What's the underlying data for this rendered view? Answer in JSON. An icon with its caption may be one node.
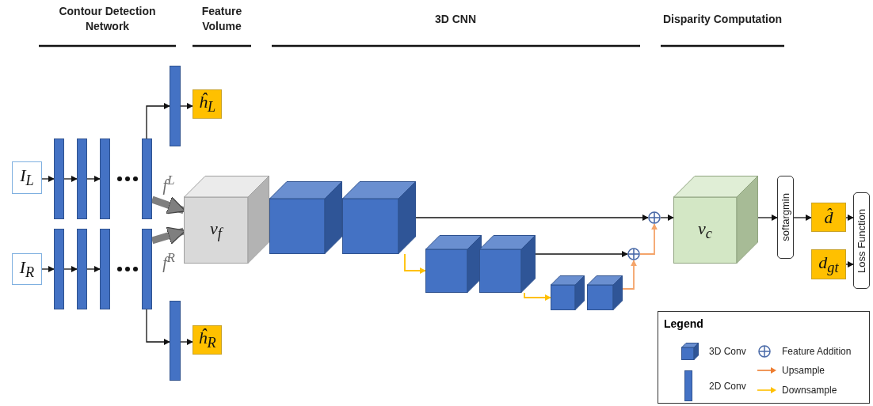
{
  "diagram": {
    "nodes": [
      {
        "text": [
          "I$_{L}$"
        ]
      },
      {
        "text": [
          "I$_{R}$"
        ]
      },
      {
        "text": [],
        "shape": "bar"
      },
      {
        "text": [],
        "shape": "bar"
      },
      {
        "text": [],
        "shape": "bar"
      },
      {
        "text": [],
        "shape": "bar"
      },
      {
        "text": [],
        "shape": "bar"
      },
      {
        "text": [],
        "shape": "bar"
      },
      {
        "text": [],
        "shape": "bar"
      },
      {
        "text": [],
        "shape": "bar"
      },
      {
        "text": [],
        "shape": "bar"
      },
      {
        "text": [],
        "shape": "bar"
      },
      {
        "text": [
          "ĥ$_{L}$"
        ]
      },
      {
        "text": [
          "ĥ$_{R}$"
        ]
      },
      {
        "text": [
          "v$_{f}$"
        ]
      },
      {
        "text": [],
        "shape": "cube"
      },
      {
        "text": [],
        "shape": "cube"
      },
      {
        "text": [],
        "shape": "cube"
      },
      {
        "text": [],
        "shape": "cube"
      },
      {
        "text": [],
        "shape": "cube"
      },
      {
        "text": [],
        "shape": "cube"
      },
      {
        "text": [],
        "shape": "circle"
      },
      {
        "text": [],
        "shape": "circle"
      },
      {
        "text": [
          "v$_{c}$"
        ]
      },
      {
        "text": [
          "softargmin"
        ]
      },
      {
        "text": [
          "d̂"
        ]
      },
      {
        "text": [
          "d$_{gt}$"
        ]
      },
      {
        "text": [
          "Loss Function"
        ]
      }
    ],
    "edges": [
      {
        "from": 0,
        "to": 2,
        "arrow": "to"
      },
      {
        "from": 2,
        "to": 3,
        "arrow": "to"
      },
      {
        "from": 3,
        "to": 4,
        "arrow": "to"
      },
      {
        "from": 5,
        "to": 10,
        "arrow": "to"
      },
      {
        "from": 10,
        "to": 12,
        "arrow": "to"
      },
      {
        "from": 1,
        "to": 6,
        "arrow": "to"
      },
      {
        "from": 6,
        "to": 7,
        "arrow": "to"
      },
      {
        "from": 7,
        "to": 8,
        "arrow": "to"
      },
      {
        "from": 9,
        "to": 11,
        "arrow": "to"
      },
      {
        "from": 11,
        "to": 13,
        "arrow": "to"
      },
      {
        "from": 5,
        "to": 14,
        "arrow": "to",
        "style": "thick",
        "color": "#7f7f7f"
      },
      {
        "from": 9,
        "to": 14,
        "arrow": "to",
        "style": "thick",
        "color": "#7f7f7f"
      },
      {
        "from": 16,
        "to": 22,
        "arrow": "to"
      },
      {
        "from": 16,
        "to": 17,
        "arrow": "to",
        "color": "#ffc000"
      },
      {
        "from": 18,
        "to": 21,
        "arrow": "to"
      },
      {
        "from": 18,
        "to": 19,
        "arrow": "to",
        "color": "#ffc000"
      },
      {
        "from": 20,
        "to": 21,
        "arrow": "to",
        "color": "#f4a46a"
      },
      {
        "from": 21,
        "to": 22,
        "arrow": "to",
        "color": "#f4a46a"
      },
      {
        "from": 22,
        "to": 23,
        "arrow": "to"
      },
      {
        "from": 23,
        "to": 24,
        "arrow": "to"
      },
      {
        "from": 24,
        "to": 25,
        "arrow": "to"
      },
      {
        "from": 25,
        "to": 27,
        "arrow": "to"
      },
      {
        "from": 26,
        "to": 27,
        "arrow": "to"
      }
    ],
    "labels": [
      "Contour Detection Network",
      "Feature Volume",
      "3D CNN",
      "Disparity Computation",
      "f$^{L}$",
      "f$^{R}$",
      "Legend"
    ],
    "legend": [
      {
        "text": "3D Conv"
      },
      {
        "text": "Feature Addition"
      },
      {
        "text": "Upsample"
      },
      {
        "text": "2D Conv"
      },
      {
        "text": "Downsample"
      }
    ]
  }
}
